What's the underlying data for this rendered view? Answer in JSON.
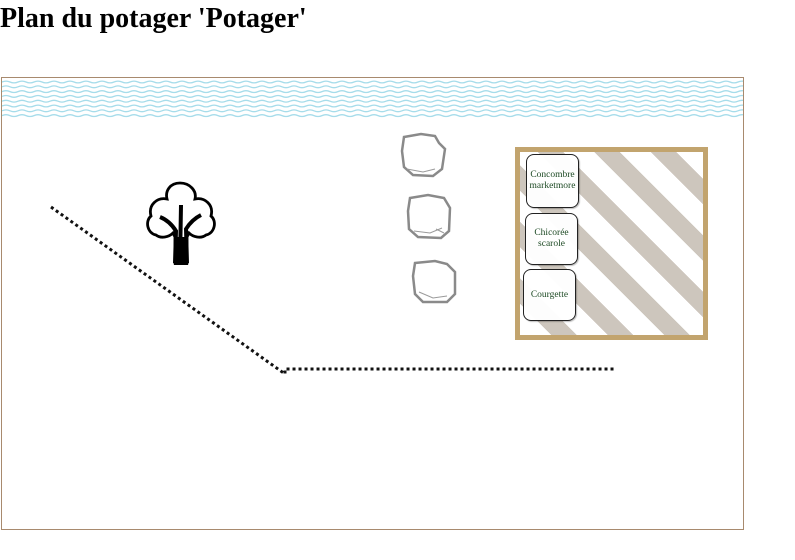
{
  "page": {
    "title": "Plan du potager 'Potager'"
  },
  "garden": {
    "colors": {
      "border": "#a88a6e",
      "water": "#a6dcea",
      "path": "#111111",
      "bed_frame": "#c2a46e",
      "bed_stripe": "#cdc6bd",
      "plant_text": "#1d4a24"
    },
    "elements": {
      "water": "water-waves",
      "tree": "tree-icon",
      "stones": [
        "stone-icon",
        "stone-icon",
        "stone-icon"
      ],
      "path": "dotted-path"
    },
    "raised_bed": {
      "plants": [
        {
          "name": "Concombre marketmore"
        },
        {
          "name": "Chicorée scarole"
        },
        {
          "name": "Courgette"
        }
      ]
    }
  }
}
